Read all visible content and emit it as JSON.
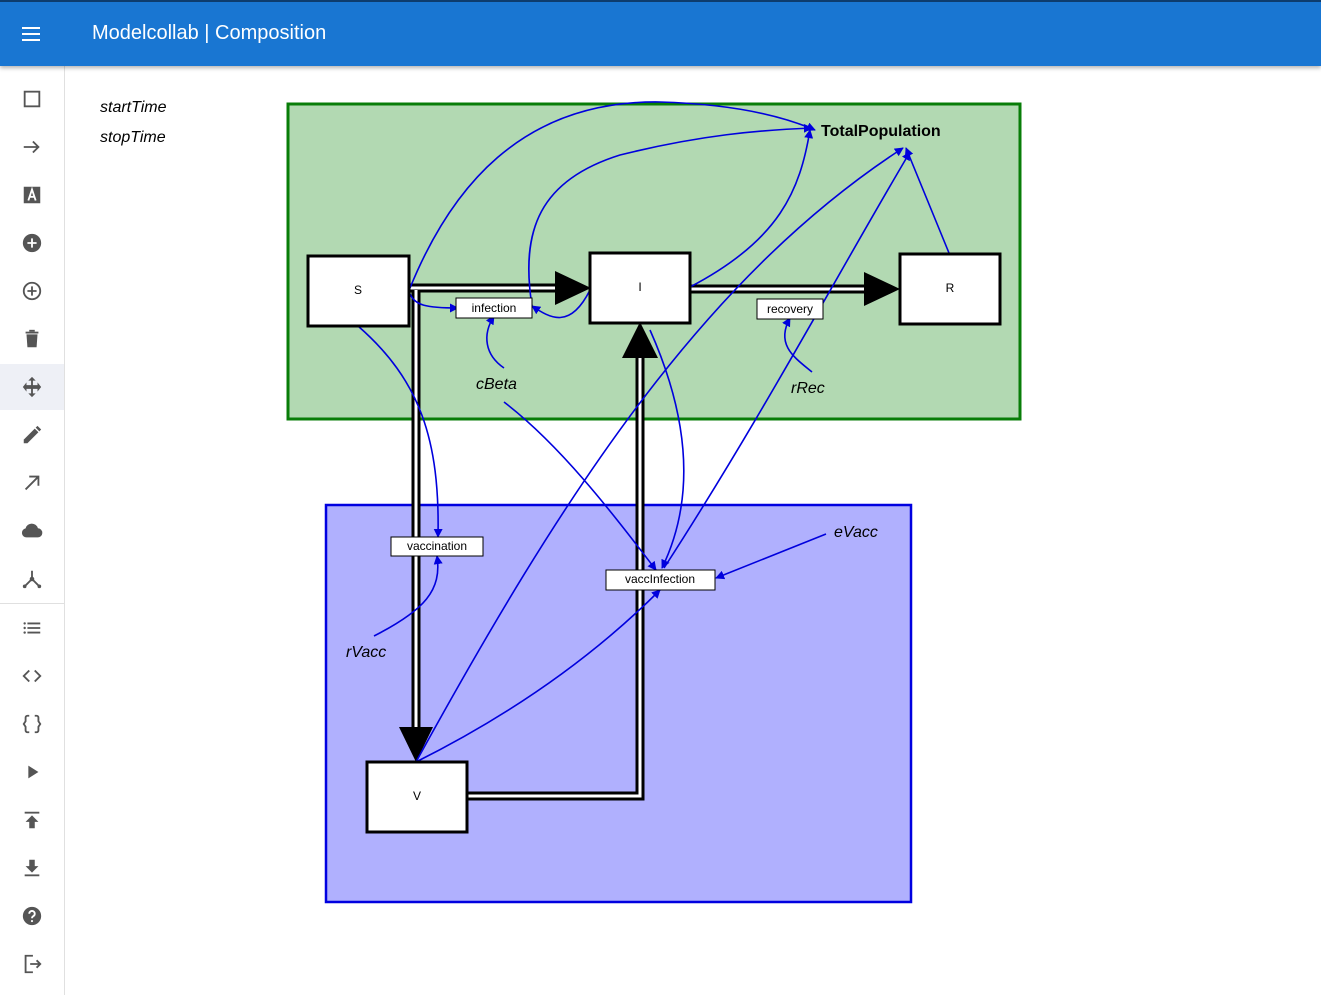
{
  "app": {
    "title": "Modelcollab | Composition"
  },
  "toolbar": {
    "items": [
      {
        "name": "rectangle-tool",
        "icon": "square-outline-icon",
        "active": false
      },
      {
        "name": "arrow-tool",
        "icon": "arrow-right-icon",
        "active": false
      },
      {
        "name": "text-tool",
        "icon": "text-box-icon",
        "active": false
      },
      {
        "name": "add-filled-tool",
        "icon": "add-circle-icon",
        "active": false
      },
      {
        "name": "add-outline-tool",
        "icon": "add-circle-outline-icon",
        "active": false
      },
      {
        "name": "delete-tool",
        "icon": "trash-icon",
        "active": false
      },
      {
        "name": "move-tool",
        "icon": "move-icon",
        "active": true
      },
      {
        "name": "edit-tool",
        "icon": "pencil-icon",
        "active": false
      },
      {
        "name": "connect-tool",
        "icon": "north-east-arrow-icon",
        "active": false
      },
      {
        "name": "cloud-tool",
        "icon": "cloud-icon",
        "active": false
      },
      {
        "name": "compose-tool",
        "icon": "merge-icon",
        "active": false
      },
      {
        "name": "list-button",
        "icon": "list-icon",
        "active": false
      },
      {
        "name": "code-button",
        "icon": "code-icon",
        "active": false
      },
      {
        "name": "braces-button",
        "icon": "braces-icon",
        "active": false
      },
      {
        "name": "run-button",
        "icon": "play-icon",
        "active": false
      },
      {
        "name": "upload-button",
        "icon": "upload-icon",
        "active": false
      },
      {
        "name": "download-button",
        "icon": "download-icon",
        "active": false
      },
      {
        "name": "help-button",
        "icon": "help-icon",
        "active": false
      },
      {
        "name": "logout-button",
        "icon": "logout-icon",
        "active": false
      }
    ]
  },
  "params": {
    "start_time": "startTime",
    "stop_time": "stopTime"
  },
  "diagram": {
    "colors": {
      "appbar": "#1976d2",
      "green_fill": "#b2d9b2",
      "green_border": "#087d08",
      "blue_fill": "#b0b0fe",
      "blue_border": "#0000e0",
      "link": "#0000dd"
    },
    "stocks": {
      "s": "S",
      "i": "I",
      "r": "R",
      "v": "V"
    },
    "flows": {
      "infection": "infection",
      "recovery": "recovery",
      "vaccination": "vaccination",
      "vacc_infection": "vaccInfection"
    },
    "parameters": {
      "c_beta": "cBeta",
      "r_rec": "rRec",
      "r_vacc": "rVacc",
      "e_vacc": "eVacc"
    },
    "sum_variable": "TotalPopulation"
  }
}
